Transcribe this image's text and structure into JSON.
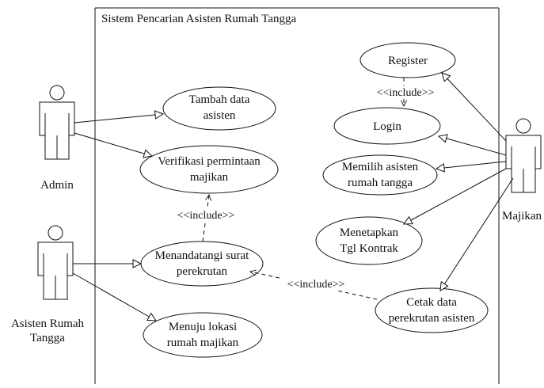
{
  "system": {
    "title": "Sistem Pencarian Asisten Rumah Tangga"
  },
  "actors": {
    "admin": "Admin",
    "asisten_line1": "Asisten Rumah",
    "asisten_line2": "Tangga",
    "majikan": "Majikan"
  },
  "use_cases": {
    "tambah_line1": "Tambah data",
    "tambah_line2": "asisten",
    "verifikasi_line1": "Verifikasi permintaan",
    "verifikasi_line2": "majikan",
    "menandatangi_line1": "Menandatangi surat",
    "menandatangi_line2": "perekrutan",
    "menuju_line1": "Menuju lokasi",
    "menuju_line2": "rumah majikan",
    "register": "Register",
    "login": "Login",
    "memilih_line1": "Memilih asisten",
    "memilih_line2": "rumah tangga",
    "menetapkan_line1": "Menetapkan",
    "menetapkan_line2": "Tgl Kontrak",
    "cetak_line1": "Cetak data",
    "cetak_line2": "perekrutan asisten"
  },
  "relations": {
    "include_register_login": "<<include>>",
    "include_menandatangi_verifikasi": "<<include>>",
    "include_cetak_menandatangi": "<<include>>"
  },
  "colors": {
    "line": "#111111",
    "background": "#ffffff"
  }
}
